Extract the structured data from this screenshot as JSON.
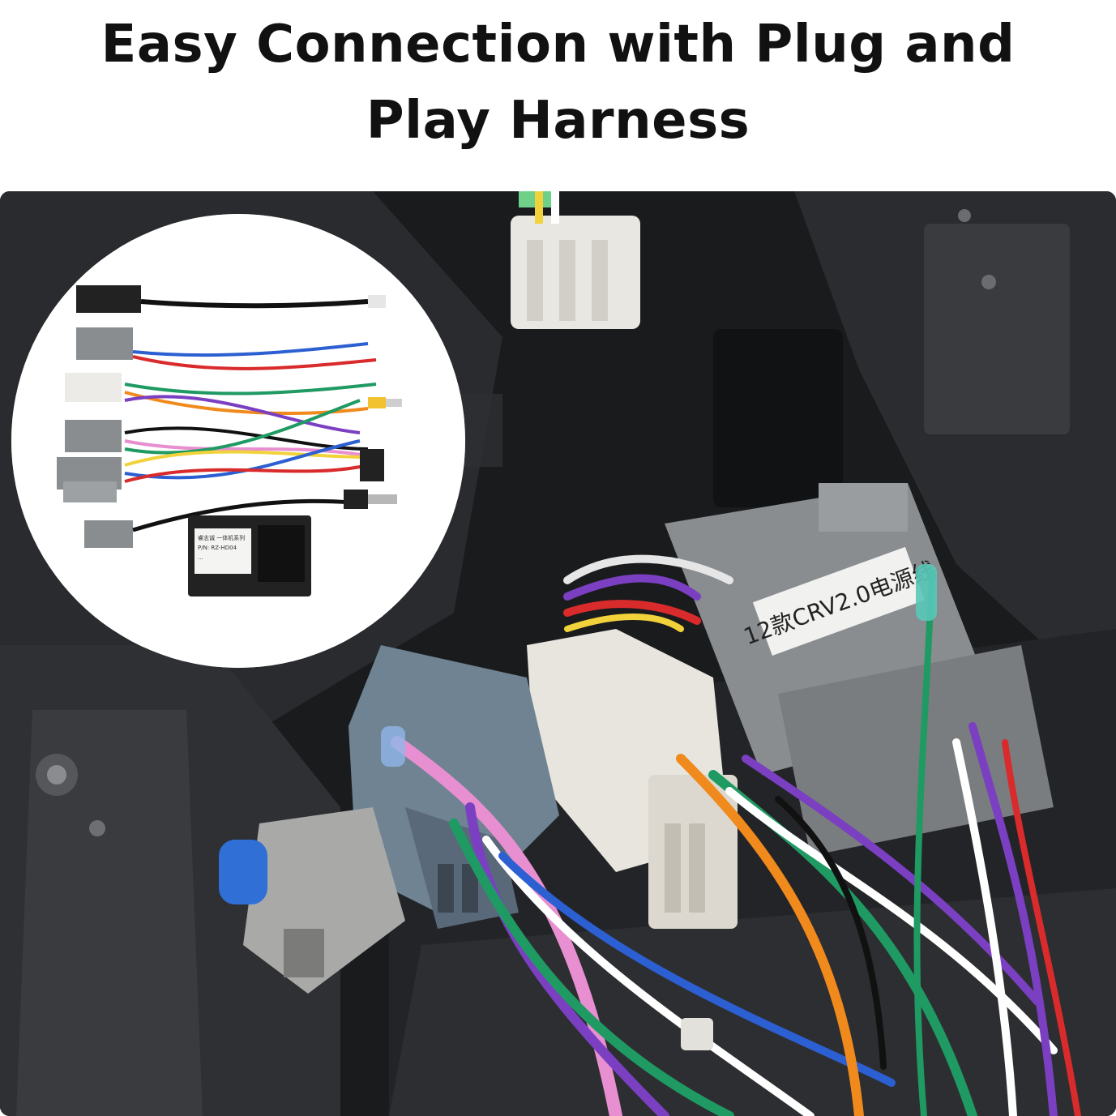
{
  "headline": {
    "line1": "Easy Connection with Plug and",
    "line2": "Play Harness"
  },
  "photo": {
    "connector_label": "12款CRV2.0电源线"
  },
  "inset": {
    "module_label_lines": [
      "睿志诚 一体机系列",
      "P/N: RZ-HD04",
      "..."
    ]
  },
  "colors": {
    "background": "#ffffff",
    "headline_text": "#111111",
    "dashboard_dark": "#1c1d1f",
    "connector_grey": "#8a8d90",
    "connector_white": "#e9e7e2",
    "wire_pink": "#e78fd0",
    "wire_green": "#1f9a63",
    "wire_purple": "#7b3fc1",
    "wire_orange": "#f08a1d",
    "wire_red": "#d92b2b",
    "wire_blue": "#2c5fd1",
    "rca_yellow": "#f2c230"
  }
}
